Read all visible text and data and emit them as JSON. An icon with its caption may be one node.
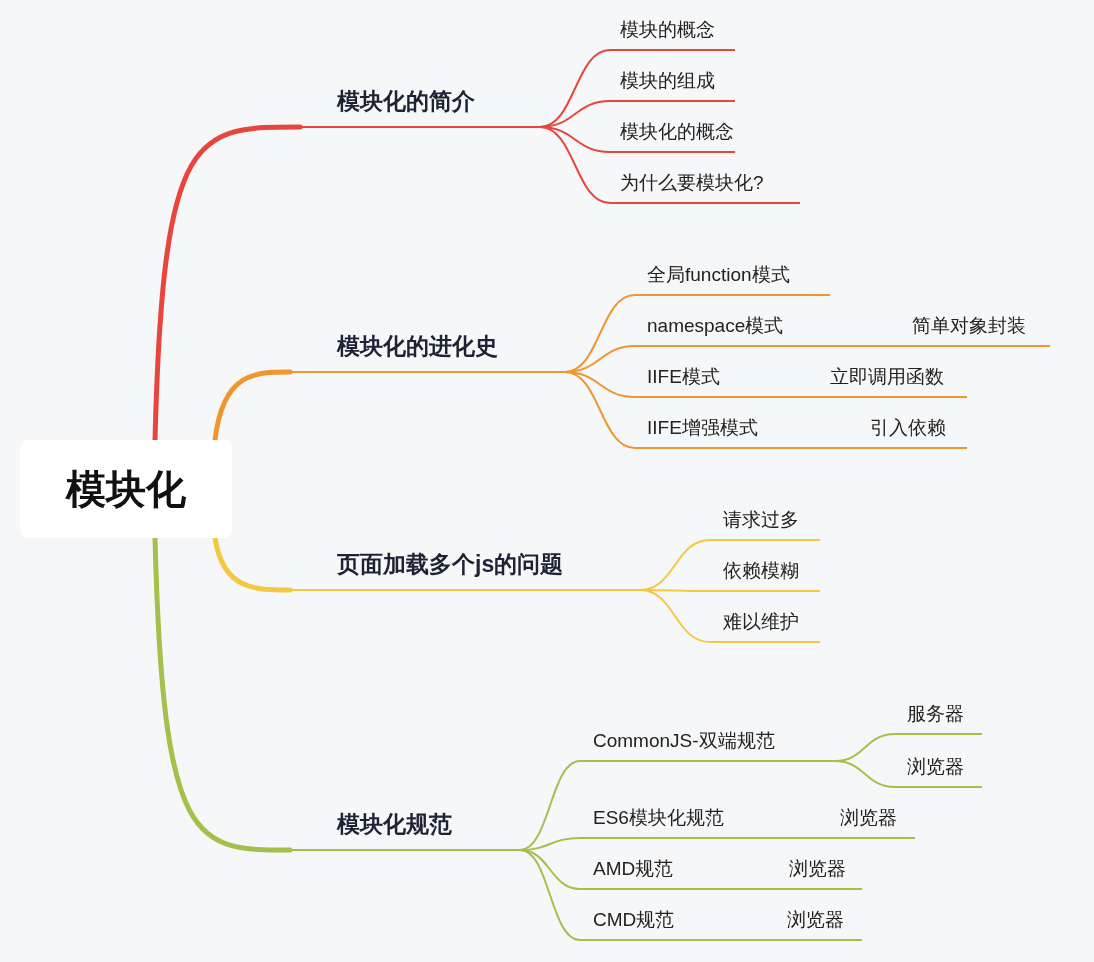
{
  "diagram": {
    "nodes": [
      {
        "text": [
          "模块化"
        ]
      },
      {
        "text": [
          "模块化的简介"
        ]
      },
      {
        "text": [
          "模块的概念"
        ]
      },
      {
        "text": [
          "模块的组成"
        ]
      },
      {
        "text": [
          "模块化的概念"
        ]
      },
      {
        "text": [
          "为什么要模块化?"
        ]
      },
      {
        "text": [
          "模块化的进化史"
        ]
      },
      {
        "text": [
          "全局function模式"
        ]
      },
      {
        "text": [
          "namespace模式"
        ]
      },
      {
        "text": [
          "简单对象封装"
        ]
      },
      {
        "text": [
          "IIFE模式"
        ]
      },
      {
        "text": [
          "立即调用函数"
        ]
      },
      {
        "text": [
          "IIFE增强模式"
        ]
      },
      {
        "text": [
          "引入依赖"
        ]
      },
      {
        "text": [
          "页面加载多个js的问题"
        ]
      },
      {
        "text": [
          "请求过多"
        ]
      },
      {
        "text": [
          "依赖模糊"
        ]
      },
      {
        "text": [
          "难以维护"
        ]
      },
      {
        "text": [
          "模块化规范"
        ]
      },
      {
        "text": [
          "CommonJS-双端规范"
        ]
      },
      {
        "text": [
          "服务器"
        ]
      },
      {
        "text": [
          "浏览器"
        ]
      },
      {
        "text": [
          "ES6模块化规范"
        ]
      },
      {
        "text": [
          "浏览器"
        ]
      },
      {
        "text": [
          "AMD规范"
        ]
      },
      {
        "text": [
          "浏览器"
        ]
      },
      {
        "text": [
          "CMD规范"
        ]
      },
      {
        "text": [
          "浏览器"
        ]
      }
    ],
    "edges": [
      {
        "from": 0,
        "to": 1,
        "arrow": "none",
        "style": "thick",
        "color": "#e8453c"
      },
      {
        "from": 1,
        "to": 2,
        "arrow": "none",
        "color": "#e8453c"
      },
      {
        "from": 1,
        "to": 3,
        "arrow": "none",
        "color": "#e8453c"
      },
      {
        "from": 1,
        "to": 4,
        "arrow": "none",
        "color": "#e8453c"
      },
      {
        "from": 1,
        "to": 5,
        "arrow": "none",
        "color": "#e8453c"
      },
      {
        "from": 0,
        "to": 6,
        "arrow": "none",
        "style": "thick",
        "color": "#f0962e"
      },
      {
        "from": 6,
        "to": 7,
        "arrow": "none",
        "color": "#f0962e"
      },
      {
        "from": 6,
        "to": 8,
        "arrow": "none",
        "color": "#f0962e"
      },
      {
        "from": 8,
        "to": 9,
        "arrow": "none",
        "color": "#f0962e"
      },
      {
        "from": 6,
        "to": 10,
        "arrow": "none",
        "color": "#f0962e"
      },
      {
        "from": 10,
        "to": 11,
        "arrow": "none",
        "color": "#f0962e"
      },
      {
        "from": 6,
        "to": 12,
        "arrow": "none",
        "color": "#f0962e"
      },
      {
        "from": 12,
        "to": 13,
        "arrow": "none",
        "color": "#f0962e"
      },
      {
        "from": 0,
        "to": 14,
        "arrow": "none",
        "style": "thick",
        "color": "#f5c842"
      },
      {
        "from": 14,
        "to": 15,
        "arrow": "none",
        "color": "#f5c842"
      },
      {
        "from": 14,
        "to": 16,
        "arrow": "none",
        "color": "#f5c842"
      },
      {
        "from": 14,
        "to": 17,
        "arrow": "none",
        "color": "#f5c842"
      },
      {
        "from": 0,
        "to": 18,
        "arrow": "none",
        "style": "thick",
        "color": "#a3c14a"
      },
      {
        "from": 18,
        "to": 19,
        "arrow": "none",
        "color": "#a3c14a"
      },
      {
        "from": 19,
        "to": 20,
        "arrow": "none",
        "color": "#a3c14a"
      },
      {
        "from": 19,
        "to": 21,
        "arrow": "none",
        "color": "#a3c14a"
      },
      {
        "from": 18,
        "to": 22,
        "arrow": "none",
        "color": "#a3c14a"
      },
      {
        "from": 22,
        "to": 23,
        "arrow": "none",
        "color": "#a3c14a"
      },
      {
        "from": 18,
        "to": 24,
        "arrow": "none",
        "color": "#a3c14a"
      },
      {
        "from": 24,
        "to": 25,
        "arrow": "none",
        "color": "#a3c14a"
      },
      {
        "from": 18,
        "to": 26,
        "arrow": "none",
        "color": "#a3c14a"
      },
      {
        "from": 26,
        "to": 27,
        "arrow": "none",
        "color": "#a3c14a"
      }
    ]
  }
}
